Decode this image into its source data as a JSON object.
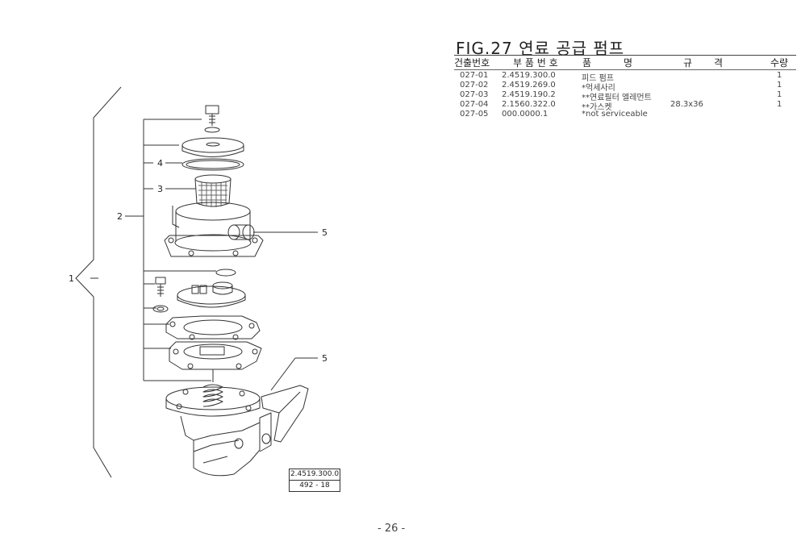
{
  "figure_title": "FIG.27 연료 공급 펌프",
  "headers": {
    "ref_no": "건출번호",
    "part_no": "부 품 번 호",
    "name_1": "품",
    "name_2": "명",
    "spec_1": "규",
    "spec_2": "격",
    "qty": "수량"
  },
  "rows": [
    {
      "ref": "027-01",
      "part": "2.4519.300.0",
      "name": "피드 펌프",
      "spec": "",
      "qty": "1"
    },
    {
      "ref": "027-02",
      "part": "2.4519.269.0",
      "name": "*억세사리",
      "spec": "",
      "qty": "1"
    },
    {
      "ref": "027-03",
      "part": "2.4519.190.2",
      "name": "**연료필터 엘레먼트",
      "spec": "",
      "qty": "1"
    },
    {
      "ref": "027-04",
      "part": "2.1560.322.0",
      "name": "**가스켓",
      "spec": "28.3x36",
      "qty": "1"
    },
    {
      "ref": "027-05",
      "part": "000.0000.1",
      "name": "*not serviceable",
      "spec": "",
      "qty": ""
    }
  ],
  "callouts": {
    "c1": "1",
    "c2": "2",
    "c3": "3",
    "c4": "4",
    "c5a": "5",
    "c5b": "5"
  },
  "ref_box": {
    "part_no": "2.4519.300.0",
    "code": "492 - 18"
  },
  "page_number": "- 26 -"
}
